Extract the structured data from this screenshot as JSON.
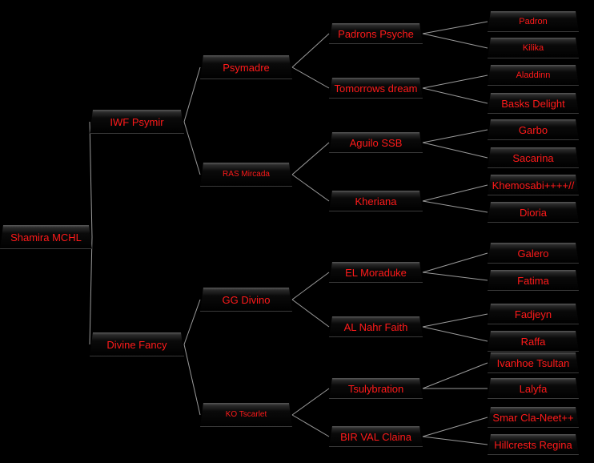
{
  "tree": {
    "name": "Shamira MCHL",
    "children": [
      {
        "name": "IWF Psymir",
        "children": [
          {
            "name": "Psymadre",
            "children": [
              {
                "name": "Padrons Psyche",
                "children": [
                  {
                    "name": "Padron"
                  },
                  {
                    "name": "Kilika"
                  }
                ]
              },
              {
                "name": "Tomorrows dream",
                "children": [
                  {
                    "name": "Aladdinn"
                  },
                  {
                    "name": "Basks Delight"
                  }
                ]
              }
            ]
          },
          {
            "name": "RAS Mircada",
            "children": [
              {
                "name": "Aguilo SSB",
                "children": [
                  {
                    "name": "Garbo"
                  },
                  {
                    "name": "Sacarina"
                  }
                ]
              },
              {
                "name": "Kheriana",
                "children": [
                  {
                    "name": "Khemosabi++++//"
                  },
                  {
                    "name": "Dioria"
                  }
                ]
              }
            ]
          }
        ]
      },
      {
        "name": "Divine Fancy",
        "children": [
          {
            "name": "GG Divino",
            "children": [
              {
                "name": "EL Moraduke",
                "children": [
                  {
                    "name": "Galero"
                  },
                  {
                    "name": "Fatima"
                  }
                ]
              },
              {
                "name": "AL Nahr Faith",
                "children": [
                  {
                    "name": "Fadjeyn"
                  },
                  {
                    "name": "Raffa"
                  }
                ]
              }
            ]
          },
          {
            "name": "KO Tscarlet",
            "children": [
              {
                "name": "Tsulybration",
                "children": [
                  {
                    "name": "Ivanhoe Tsultan"
                  },
                  {
                    "name": "Lalyfa"
                  }
                ]
              },
              {
                "name": "BIR VAL Claina",
                "children": [
                  {
                    "name": "Smar Cla-Neet++"
                  },
                  {
                    "name": "Hillcrests Regina"
                  }
                ]
              }
            ]
          }
        ]
      }
    ]
  },
  "colors": {
    "background": "#000000",
    "text": "#ff1a1a",
    "connector": "#9a9a9a"
  }
}
